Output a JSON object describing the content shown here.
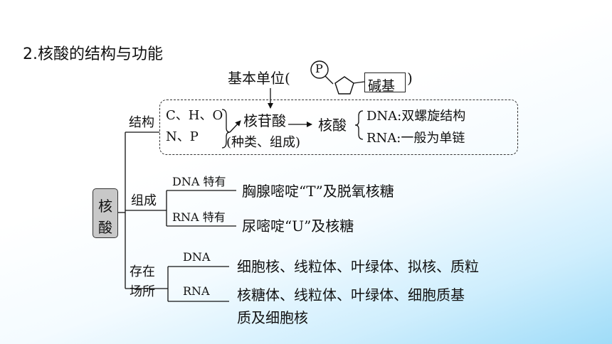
{
  "title": "2.核酸的结构与功能",
  "root": {
    "line1": "核",
    "line2": "酸"
  },
  "structure": {
    "label": "结构",
    "basic_unit_label": "基本单位(",
    "basic_unit_close": ")",
    "phosphate": "P",
    "base_box": "碱基",
    "elements_line1": "C、H、O",
    "elements_line2": "N、P",
    "nucleotide": "核苷酸",
    "nucleotide_note": "(种类、组成)",
    "nucleic_acid": "核酸",
    "dna": "DNA:双螺旋结构",
    "rna": "RNA:一般为单链"
  },
  "composition": {
    "label": "组成",
    "dna_label": "DNA 特有",
    "dna_value": "胸腺嘧啶“T”及脱氧核糖",
    "rna_label": "RNA 特有",
    "rna_value": "尿嘧啶“U”及核糖"
  },
  "location": {
    "label_line1": "存在",
    "label_line2": "场所",
    "dna_label": "DNA",
    "dna_value": "细胞核、线粒体、叶绿体、拟核、质粒",
    "rna_label": "RNA",
    "rna_value_line1": "核糖体、线粒体、叶绿体、细胞质基",
    "rna_value_line2": "质及细胞核"
  }
}
